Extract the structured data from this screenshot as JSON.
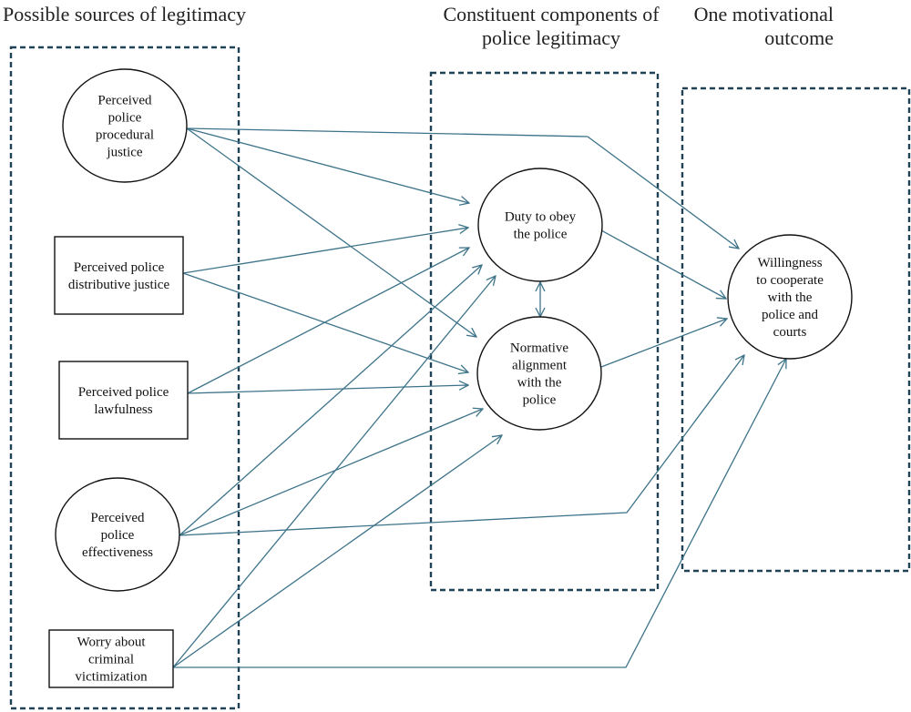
{
  "headings": {
    "sources": "Possible sources of legitimacy",
    "components": [
      "Constituent components of",
      "police legitimacy"
    ],
    "outcome": [
      "One motivational",
      "outcome"
    ]
  },
  "colors": {
    "arrow": "#3d7389",
    "group_border": "#1f4256",
    "node_border": "#111111"
  },
  "groups": [
    {
      "id": "sources",
      "label": "Possible sources of legitimacy"
    },
    {
      "id": "components",
      "label": "Constituent components of police legitimacy"
    },
    {
      "id": "outcome",
      "label": "One motivational outcome"
    }
  ],
  "nodes": {
    "procedural": {
      "shape": "ellipse",
      "group": "sources",
      "lines": [
        "Perceived",
        "police",
        "procedural",
        "justice"
      ]
    },
    "distributive": {
      "shape": "rect",
      "group": "sources",
      "lines": [
        "Perceived police",
        "distributive justice"
      ]
    },
    "lawfulness": {
      "shape": "rect",
      "group": "sources",
      "lines": [
        "Perceived police",
        "lawfulness"
      ]
    },
    "effectiveness": {
      "shape": "ellipse",
      "group": "sources",
      "lines": [
        "Perceived",
        "police",
        "effectiveness"
      ]
    },
    "worry": {
      "shape": "rect",
      "group": "sources",
      "lines": [
        "Worry about",
        "criminal",
        "victimization"
      ]
    },
    "duty": {
      "shape": "ellipse",
      "group": "components",
      "lines": [
        "Duty to obey",
        "the police"
      ]
    },
    "normative": {
      "shape": "ellipse",
      "group": "components",
      "lines": [
        "Normative",
        "alignment",
        "with the",
        "police"
      ]
    },
    "willingness": {
      "shape": "ellipse",
      "group": "outcome",
      "lines": [
        "Willingness",
        "to cooperate",
        "with the",
        "police and",
        "courts"
      ]
    }
  },
  "edges": [
    {
      "from": "procedural",
      "to": "duty",
      "direction": "forward"
    },
    {
      "from": "procedural",
      "to": "normative",
      "direction": "forward"
    },
    {
      "from": "procedural",
      "to": "willingness",
      "direction": "forward"
    },
    {
      "from": "distributive",
      "to": "duty",
      "direction": "forward"
    },
    {
      "from": "distributive",
      "to": "normative",
      "direction": "forward"
    },
    {
      "from": "lawfulness",
      "to": "duty",
      "direction": "forward"
    },
    {
      "from": "lawfulness",
      "to": "normative",
      "direction": "forward"
    },
    {
      "from": "effectiveness",
      "to": "duty",
      "direction": "forward"
    },
    {
      "from": "effectiveness",
      "to": "normative",
      "direction": "forward"
    },
    {
      "from": "effectiveness",
      "to": "willingness",
      "direction": "forward"
    },
    {
      "from": "worry",
      "to": "duty",
      "direction": "forward"
    },
    {
      "from": "worry",
      "to": "normative",
      "direction": "forward"
    },
    {
      "from": "worry",
      "to": "willingness",
      "direction": "forward"
    },
    {
      "from": "duty",
      "to": "willingness",
      "direction": "forward"
    },
    {
      "from": "normative",
      "to": "willingness",
      "direction": "forward"
    },
    {
      "from": "duty",
      "to": "normative",
      "direction": "bidirectional"
    }
  ]
}
